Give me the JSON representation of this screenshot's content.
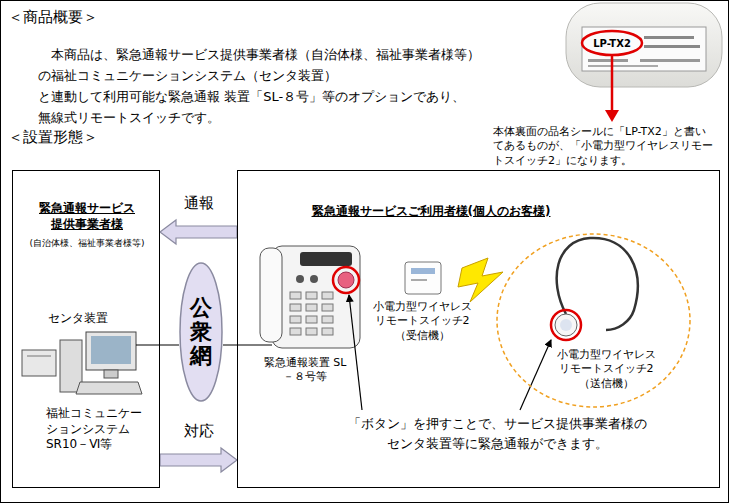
{
  "diagram": {
    "nodes": [
      {
        "text": [
          "緊急通報サービス 提供事業者様",
          "(自治体様、福祉事業者様等)",
          "センタ装置",
          "福祉コミュニケー ションシステム SR10－Ⅵ等"
        ]
      },
      {
        "text": [
          "公衆網"
        ]
      },
      {
        "text": [
          "緊急通報サービスご利用者様(個人のお客様)"
        ]
      },
      {
        "text": [
          "小電力型ワイヤレス リモートスイッチ2 （送信機）"
        ],
        "in": 2
      }
    ],
    "edges": [
      {
        "from": 2,
        "to": 0,
        "arrow": "to",
        "label": "通報"
      },
      {
        "from": 0,
        "to": 1,
        "arrow": "none"
      },
      {
        "from": 1,
        "to": 2,
        "arrow": "none"
      },
      {
        "from": 0,
        "to": 2,
        "arrow": "to",
        "label": "対応"
      }
    ],
    "labels": [
      "＜商品概要＞",
      "本商品は、緊急通報サービス提供事業者様（自治体様、福祉事業者様等） の福祉コミュニケーションシステム（センタ装置）と連動して利用可能な緊急通報 装置「SL-８号」等のオプションであり、無線式リモートスイッチです。",
      "LP-TX2",
      "本体裏面の品名シールに「LP-TX2」と書い てあるものが、「小電力型ワイヤレスリモー トスイッチ2」になります。",
      "＜設置形態＞",
      "緊急通報装置 SL－８号等",
      "小電力型ワイヤレス リモートスイッチ2 （受信機）",
      "「ボタン」を押すことで、サービス提供事業者様の センタ装置等に緊急通報ができます。"
    ]
  }
}
